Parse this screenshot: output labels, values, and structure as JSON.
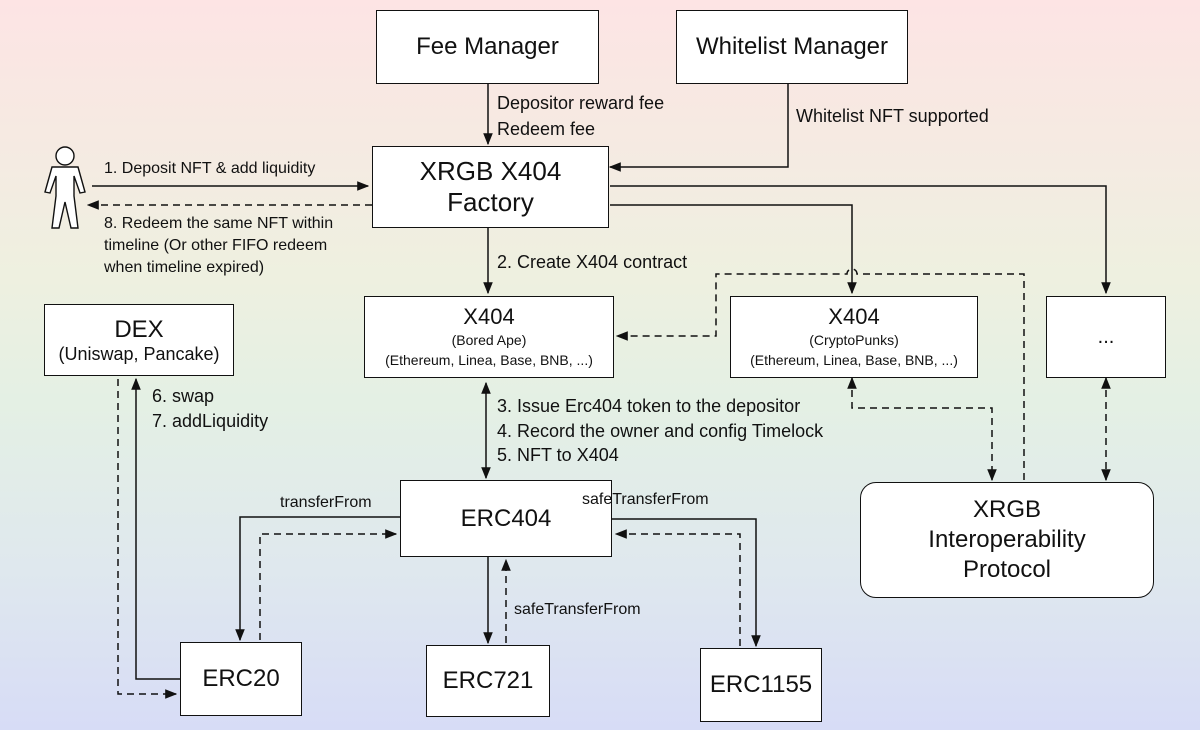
{
  "nodes": {
    "fee_manager": "Fee Manager",
    "whitelist_manager": "Whitelist Manager",
    "factory": "XRGB X404 Factory",
    "dex_title": "DEX",
    "dex_sub": "(Uniswap, Pancake)",
    "x404_a_title": "X404",
    "x404_a_sub": "(Bored Ape)",
    "x404_a_chains": "(Ethereum, Linea, Base, BNB, ...)",
    "x404_b_title": "X404",
    "x404_b_sub": "(CryptoPunks)",
    "x404_b_chains": "(Ethereum, Linea, Base, BNB, ...)",
    "ellipsis": "...",
    "erc404": "ERC404",
    "protocol_line1": "XRGB",
    "protocol_line2": "Interoperability",
    "protocol_line3": "Protocol",
    "erc20": "ERC20",
    "erc721": "ERC721",
    "erc1155": "ERC1155"
  },
  "labels": {
    "fee_line1": "Depositor reward fee",
    "fee_line2": "Redeem fee",
    "whitelist": "Whitelist NFT supported",
    "deposit": "1. Deposit NFT & add liquidity",
    "redeem_line1": "8. Redeem the same NFT within",
    "redeem_line2": "timeline (Or other FIFO redeem",
    "redeem_line3": "when timeline expired)",
    "create": "2. Create X404 contract",
    "swap": "6. swap",
    "add_liquidity": "7. addLiquidity",
    "issue": "3. Issue Erc404 token to the depositor",
    "record": "4. Record the owner and config Timelock",
    "nft_to_x404": "5. NFT to X404",
    "transfer_from": "transferFrom",
    "safe_transfer_from_right": "safeTransferFrom",
    "safe_transfer_from_mid": "safeTransferFrom"
  },
  "icons": {
    "user": "user-icon"
  }
}
